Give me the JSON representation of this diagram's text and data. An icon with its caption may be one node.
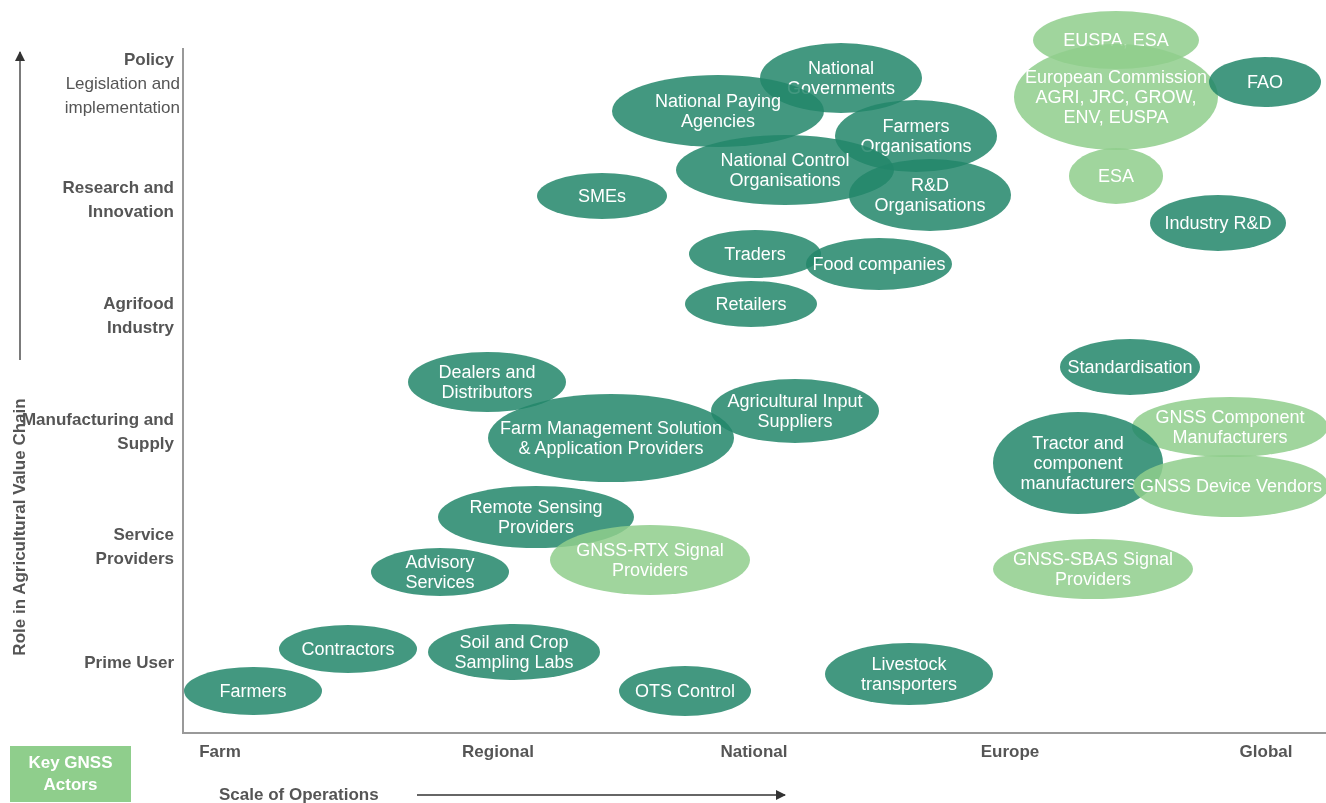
{
  "diagram": {
    "nodes": [
      {
        "text": [
          "EUSPA, ESA"
        ]
      },
      {
        "text": [
          "European Commission AGRI, JRC, GROW, ENV, EUSPA"
        ]
      },
      {
        "text": [
          "FAO"
        ]
      },
      {
        "text": [
          "National Governments"
        ]
      },
      {
        "text": [
          "National Paying Agencies"
        ]
      },
      {
        "text": [
          "Farmers Organisations"
        ]
      },
      {
        "text": [
          "National Control Organisations"
        ]
      },
      {
        "text": [
          "ESA"
        ]
      },
      {
        "text": [
          "SMEs"
        ]
      },
      {
        "text": [
          "R&D Organisations"
        ]
      },
      {
        "text": [
          "Industry R&D"
        ]
      },
      {
        "text": [
          "Traders"
        ]
      },
      {
        "text": [
          "Food companies"
        ]
      },
      {
        "text": [
          "Retailers"
        ]
      },
      {
        "text": [
          "Dealers and Distributors"
        ]
      },
      {
        "text": [
          "Standardisation"
        ]
      },
      {
        "text": [
          "Agricultural Input Suppliers"
        ]
      },
      {
        "text": [
          "Farm Management Solution & Application Providers"
        ]
      },
      {
        "text": [
          "GNSS Component Manufacturers"
        ]
      },
      {
        "text": [
          "Tractor and component manufacturers"
        ]
      },
      {
        "text": [
          "GNSS Device Vendors"
        ]
      },
      {
        "text": [
          "Remote Sensing Providers"
        ]
      },
      {
        "text": [
          "GNSS-RTX Signal Providers"
        ]
      },
      {
        "text": [
          "Advisory Services"
        ]
      },
      {
        "text": [
          "GNSS-SBAS Signal Providers"
        ]
      },
      {
        "text": [
          "Contractors"
        ]
      },
      {
        "text": [
          "Soil and Crop Sampling Labs"
        ]
      },
      {
        "text": [
          "Livestock transporters"
        ]
      },
      {
        "text": [
          "Farmers"
        ]
      },
      {
        "text": [
          "OTS Control"
        ]
      }
    ],
    "labels": [
      "Policy",
      "Legislation and implementation",
      "Research and Innovation",
      "Agrifood Industry",
      "Manufacturing and Supply",
      "Service Providers",
      "Prime User",
      "Role in Agricultural Value Chain",
      "Farm",
      "Regional",
      "National",
      "Europe",
      "Global",
      "Scale of Operations"
    ],
    "legend": [
      {
        "text": "Key GNSS Actors",
        "color": "#8fce8c"
      }
    ]
  }
}
